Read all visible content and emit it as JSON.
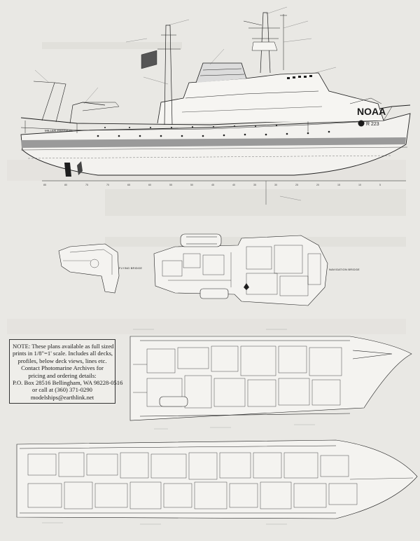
{
  "views": {
    "flying_bridge_label": "FLYING BRIDGE",
    "navigation_bridge_label": "NAVIGATION BRIDGE"
  },
  "ship": {
    "name_on_hull": "MILLER FREEMAN",
    "agency_mark": "NOAA",
    "hull_number": "R 223"
  },
  "note": {
    "lines": [
      "NOTE: These plans available as full sized",
      "prints in 1/8\"=1' scale. Includes all decks,",
      "profiles, below deck views, lines etc.",
      "Contact Photomarine Archives for",
      "pricing and ordering details:",
      "P.O. Box 28516 Bellingham, WA 98228-0516",
      "or call at (360) 371-0290",
      "modelships@earthlink.net"
    ]
  },
  "frame_numbers": [
    "85",
    "80",
    "75",
    "70",
    "65",
    "60",
    "55",
    "50",
    "45",
    "40",
    "35",
    "30",
    "25",
    "20",
    "15",
    "10",
    "5"
  ],
  "colors": {
    "paper": "#e9e8e4",
    "ink": "#1e1e1e",
    "hull_band": "#9a9a9a"
  }
}
